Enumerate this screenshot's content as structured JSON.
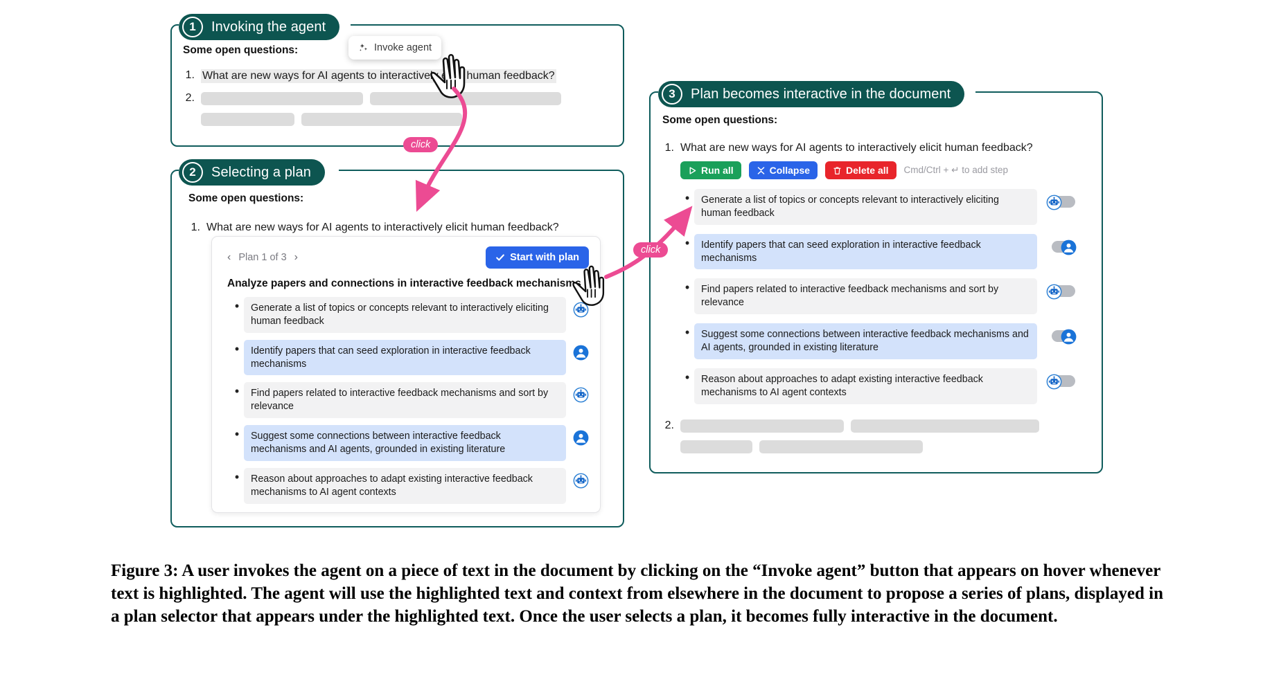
{
  "figure": {
    "caption": "Figure 3: A user invokes the agent on a piece of text in the document by clicking on the “Invoke agent” button that appears on hover whenever text is highlighted. The agent will use the highlighted text and context from elsewhere in the document to propose a series of plans, displayed in a plan selector that appears under the highlighted text. Once the user selects a plan, it becomes fully interactive in the document."
  },
  "colors": {
    "panel_border": "#0f5c5c",
    "tab_bg": "#0d5550",
    "accent_blue": "#2a64e8",
    "annotation_pink": "#ec4b93",
    "run_green": "#1aa05a",
    "delete_red": "#e8252b",
    "ai_step_bg": "#f2f2f3",
    "human_step_bg": "#d3e2fb",
    "highlight_bg": "#ececec",
    "placeholder_bg": "#dcdcdc"
  },
  "panel1": {
    "number": "1",
    "title": "Invoking the agent",
    "doc_heading": "Some open questions:",
    "question_number": "1.",
    "question_text": "What are new ways for AI agents to interactively elicit human feedback?",
    "second_number": "2.",
    "invoke_button": {
      "label": "Invoke agent",
      "icon": "sparkle-icon"
    }
  },
  "panel2": {
    "number": "2",
    "title": "Selecting a plan",
    "doc_heading": "Some open questions:",
    "question_number": "1.",
    "question_text": "What are new ways for AI agents to interactively elicit human feedback?",
    "plan_selector": {
      "prev_icon": "chevron-left-icon",
      "next_icon": "chevron-right-icon",
      "counter": "Plan 1 of 3",
      "start_button": {
        "label": "Start with plan",
        "icon": "check-icon"
      },
      "plan_title": "Analyze papers and connections in interactive feedback mechanisms",
      "steps": [
        {
          "text": "Generate a list of topics or concepts relevant to interactively eliciting human feedback",
          "role": "ai",
          "icon": "robot-icon"
        },
        {
          "text": "Identify papers that can seed exploration in interactive feedback mechanisms",
          "role": "human",
          "icon": "person-icon"
        },
        {
          "text": "Find papers related to interactive feedback mechanisms and sort by relevance",
          "role": "ai",
          "icon": "robot-icon"
        },
        {
          "text": "Suggest some connections between interactive feedback mechanisms and AI agents, grounded in existing literature",
          "role": "human",
          "icon": "person-icon"
        },
        {
          "text": "Reason about approaches to adapt existing interactive feedback mechanisms to AI agent contexts",
          "role": "ai",
          "icon": "robot-icon"
        }
      ]
    }
  },
  "panel3": {
    "number": "3",
    "title": "Plan becomes interactive in the document",
    "doc_heading": "Some open questions:",
    "question_number": "1.",
    "question_text": "What are new ways for AI agents to interactively elicit human feedback?",
    "second_number": "2.",
    "toolbar": {
      "run_all": {
        "label": "Run all",
        "icon": "play-icon"
      },
      "collapse": {
        "label": "Collapse",
        "icon": "collapse-icon"
      },
      "delete_all": {
        "label": "Delete all",
        "icon": "trash-icon"
      },
      "hint": "Cmd/Ctrl + ↵ to add step"
    },
    "steps": [
      {
        "text": "Generate a list of topics or concepts relevant to interactively eliciting human feedback",
        "role": "ai",
        "icon": "robot-icon"
      },
      {
        "text": "Identify papers that can seed exploration in interactive feedback mechanisms",
        "role": "human",
        "icon": "person-icon"
      },
      {
        "text": "Find papers related to interactive feedback mechanisms and sort by relevance",
        "role": "ai",
        "icon": "robot-icon"
      },
      {
        "text": "Suggest some connections between interactive feedback mechanisms and AI agents, grounded in existing literature",
        "role": "human",
        "icon": "person-icon"
      },
      {
        "text": "Reason about approaches to adapt existing interactive feedback mechanisms to AI agent contexts",
        "role": "ai",
        "icon": "robot-icon"
      }
    ]
  },
  "annotations": {
    "click1": "click",
    "click2": "click"
  }
}
